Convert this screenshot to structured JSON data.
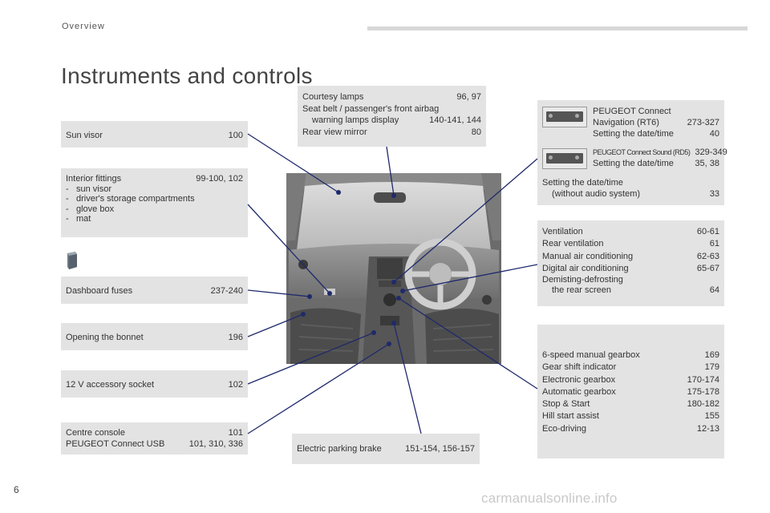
{
  "header": {
    "section": "Overview"
  },
  "title": "Instruments and controls",
  "page_number": "6",
  "watermark": "carmanualsonline.info",
  "boxes": {
    "sun_visor": {
      "label": "Sun visor",
      "page": "100"
    },
    "interior": {
      "label": "Interior fittings",
      "page": "99-100, 102",
      "items": [
        "sun visor",
        "driver's storage compartments",
        "glove box",
        "mat"
      ]
    },
    "fuses": {
      "label": "Dashboard fuses",
      "page": "237-240"
    },
    "bonnet": {
      "label": "Opening the bonnet",
      "page": "196"
    },
    "socket": {
      "label": "12 V accessory socket",
      "page": "102"
    },
    "console": {
      "rows": [
        {
          "label": "Centre console",
          "page": "101"
        },
        {
          "label": "PEUGEOT Connect USB",
          "page": "101, 310, 336"
        }
      ]
    },
    "courtesy": {
      "row1": {
        "label": "Courtesy lamps",
        "page": "96, 97"
      },
      "row2": "Seat belt / passenger's front airbag",
      "row3": {
        "label": "warning lamps display",
        "page": "140-141, 144"
      },
      "row4": {
        "label": "Rear view mirror",
        "page": "80"
      }
    },
    "parking": {
      "label": "Electric parking brake",
      "page": "151-154, 156-157"
    },
    "connect": {
      "nav_line1": "PEUGEOT Connect",
      "nav_line2": {
        "label": "Navigation (RT6)",
        "page": "273-327"
      },
      "nav_line3": {
        "label": "Setting the date/time",
        "page": "40"
      },
      "sound_line1": {
        "label": "PEUGEOT Connect Sound (RD5)",
        "page": "329-349"
      },
      "sound_line2": {
        "label": "Setting the date/time",
        "page": "35, 38"
      },
      "noaudio_line1": "Setting the date/time",
      "noaudio_line2": {
        "label": "(without audio system)",
        "page": "33"
      }
    },
    "ventilation": {
      "rows": [
        {
          "label": "Ventilation",
          "page": "60-61"
        },
        {
          "label": "Rear ventilation",
          "page": "61"
        },
        {
          "label": "Manual air conditioning",
          "page": "62-63"
        },
        {
          "label": "Digital air conditioning",
          "page": "65-67"
        }
      ],
      "demist1": "Demisting-defrosting",
      "demist2": {
        "label": "the rear screen",
        "page": "64"
      }
    },
    "gearbox": {
      "rows": [
        {
          "label": "6-speed manual gearbox",
          "page": "169"
        },
        {
          "label": "Gear shift indicator",
          "page": "179"
        },
        {
          "label": "Electronic gearbox",
          "page": "170-174"
        },
        {
          "label": "Automatic gearbox",
          "page": "175-178"
        },
        {
          "label": "Stop & Start",
          "page": "180-182"
        },
        {
          "label": "Hill start assist",
          "page": "155"
        },
        {
          "label": "Eco-driving",
          "page": "12-13"
        }
      ]
    }
  }
}
